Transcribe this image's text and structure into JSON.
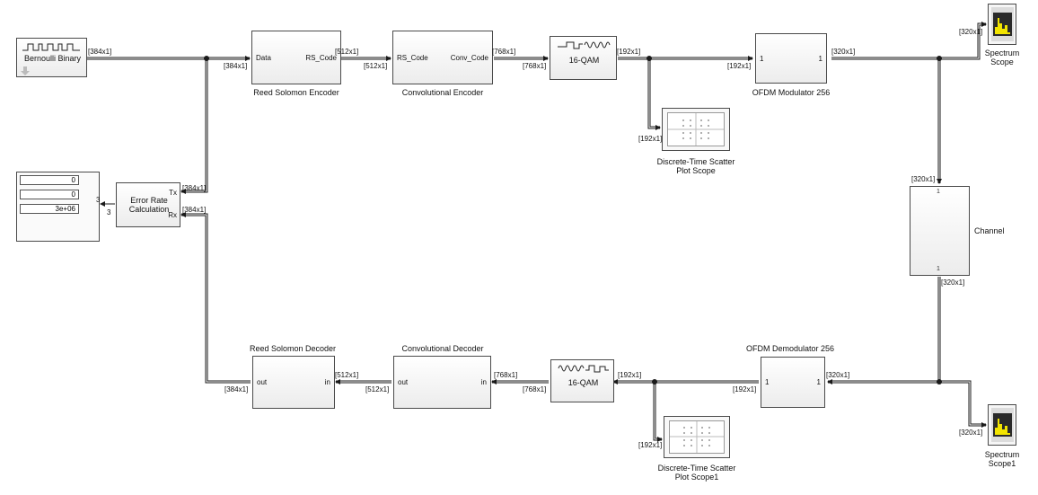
{
  "colors": {
    "wire": "#1a1a1a",
    "block_border": "#4a4a4a",
    "scope_yellow": "#f2e400",
    "scope_bg": "#2a2a2a"
  },
  "blocks": {
    "bernoulli": {
      "label": "Bernoulli Binary",
      "icon": "square-wave-icon"
    },
    "rs_encoder": {
      "label": "Reed Solomon Encoder",
      "in": "Data",
      "out": "RS_Code"
    },
    "conv_encoder": {
      "label": "Convolutional Encoder",
      "in": "RS_Code",
      "out": "Conv_Code"
    },
    "qam_mod": {
      "label": "16-QAM",
      "icon": "modulator-icon"
    },
    "ofdm_mod": {
      "label": "OFDM Modulator 256",
      "in": "1",
      "out": "1"
    },
    "spectrum": {
      "label": "Spectrum Scope",
      "icon": "spectrum-icon"
    },
    "scatter": {
      "label": "Discrete-Time Scatter Plot Scope",
      "icon": "scatter-plot-icon"
    },
    "channel": {
      "label": "Channel",
      "in": "1",
      "out": "1"
    },
    "ofdm_demod": {
      "label": "OFDM Demodulator 256",
      "in": "1",
      "out": "1"
    },
    "qam_demod": {
      "label": "16-QAM",
      "icon": "demodulator-icon"
    },
    "conv_decoder": {
      "label": "Convolutional Decoder",
      "in": "in",
      "out": "out"
    },
    "rs_decoder": {
      "label": "Reed Solomon Decoder",
      "in": "in",
      "out": "out"
    },
    "spectrum1": {
      "label": "Spectrum Scope1",
      "icon": "spectrum-icon"
    },
    "scatter1": {
      "label": "Discrete-Time Scatter Plot Scope1",
      "icon": "scatter-plot-icon"
    },
    "error_rate": {
      "label": "Error Rate Calculation",
      "tx": "Tx",
      "rx": "Rx",
      "out_width": "3"
    },
    "display": {
      "values": [
        "0",
        "0",
        "3e+06"
      ],
      "in_width": "3"
    }
  },
  "signals": {
    "s384": "[384x1]",
    "s512": "[512x1]",
    "s768": "[768x1]",
    "s192": "[192x1]",
    "s320": "[320x1]"
  }
}
